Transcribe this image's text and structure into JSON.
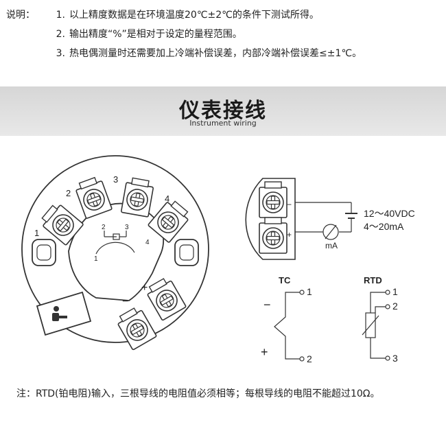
{
  "notes": {
    "prefix": "说明：",
    "items": [
      {
        "num": "1.",
        "text": "以上精度数据是在环境温度20℃±2℃的条件下测试所得。"
      },
      {
        "num": "2.",
        "text": "输出精度“%”是相对于设定的量程范围。"
      },
      {
        "num": "3.",
        "text": "热电偶测量时还需要加上冷端补偿误差，内部冷端补偿误差≤±1℃。"
      }
    ]
  },
  "section": {
    "title": "仪表接线",
    "subtitle": "Instrument wiring"
  },
  "terminal_block": {
    "outer_labels": [
      "1",
      "2",
      "3",
      "4"
    ],
    "inner_labels": [
      "1",
      "2",
      "3",
      "4"
    ],
    "minus": "−",
    "plus": "+"
  },
  "power": {
    "voltage": "12～40VDC",
    "current": "4～20mA",
    "meter": "mA",
    "minus": "−",
    "plus": "+"
  },
  "tc": {
    "title": "TC",
    "minus": "−",
    "plus": "+",
    "t1": "1",
    "t2": "2"
  },
  "rtd": {
    "title": "RTD",
    "t1": "1",
    "t2": "2",
    "t3": "3"
  },
  "footer": {
    "text": "注：RTD(铂电阻)输入，三根导线的电阻值必须相等；每根导线的电阻不能超过10Ω。"
  }
}
